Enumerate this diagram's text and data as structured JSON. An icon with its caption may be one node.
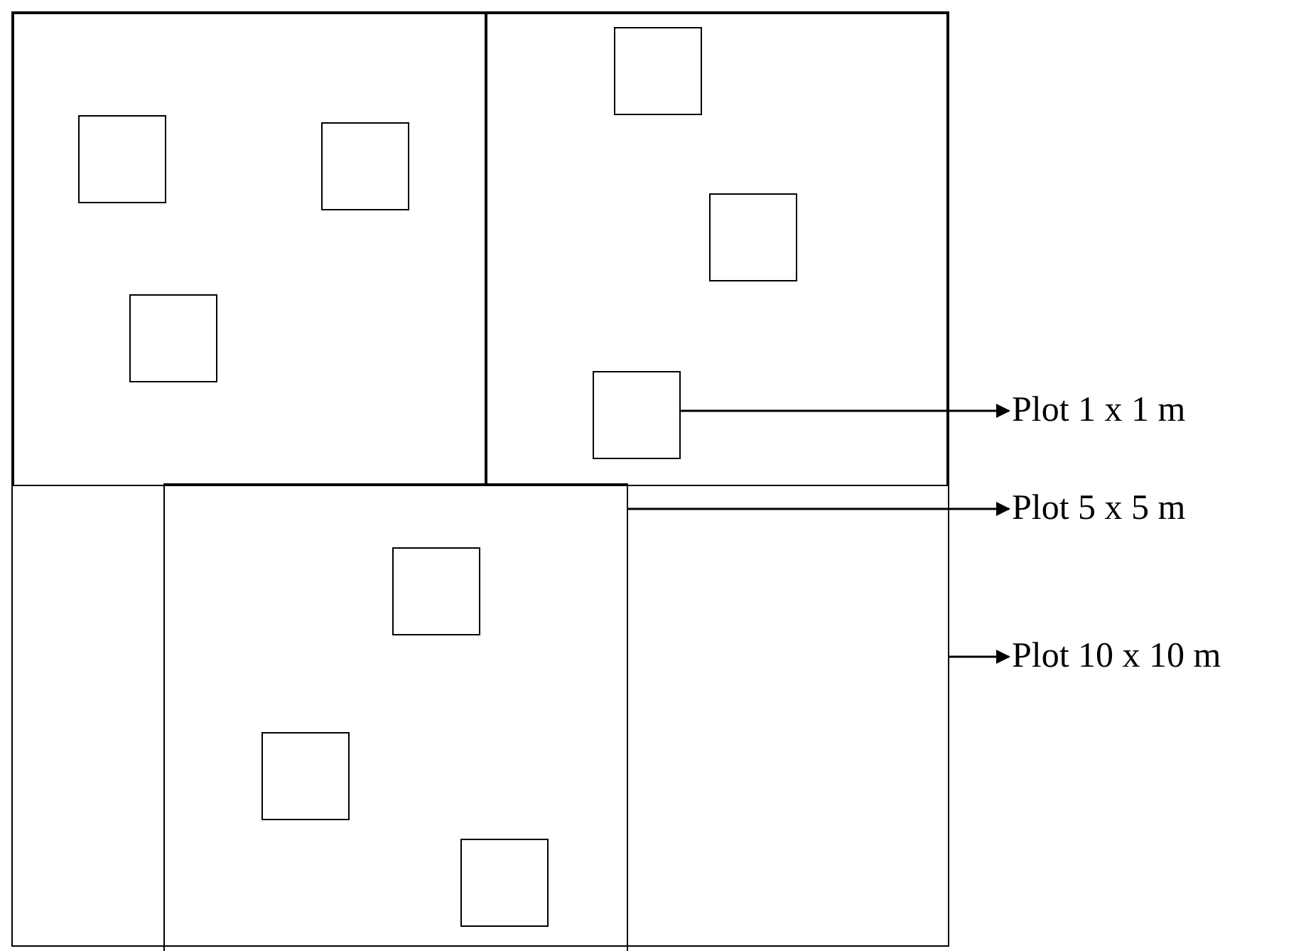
{
  "diagram": {
    "nodes": [
      {
        "text": [],
        "shape": "box"
      },
      {
        "text": [],
        "shape": "box",
        "in": 0
      },
      {
        "text": [],
        "shape": "box",
        "in": 1
      },
      {
        "text": [],
        "shape": "box",
        "in": 1
      },
      {
        "text": [],
        "shape": "box",
        "in": 1
      },
      {
        "text": [],
        "shape": "box",
        "in": 0
      },
      {
        "text": [],
        "shape": "box",
        "in": 5
      },
      {
        "text": [],
        "shape": "box",
        "in": 5
      },
      {
        "text": [],
        "shape": "box",
        "in": 5
      },
      {
        "text": [],
        "shape": "box",
        "in": 0
      },
      {
        "text": [],
        "shape": "box",
        "in": 9
      },
      {
        "text": [],
        "shape": "box",
        "in": 9
      },
      {
        "text": [],
        "shape": "box",
        "in": 9
      },
      {
        "text": [
          "Plot 1 x 1 m"
        ]
      },
      {
        "text": [
          "Plot 5 x 5 m"
        ]
      },
      {
        "text": [
          "Plot 10 x 10 m"
        ]
      }
    ],
    "edges": [
      {
        "from": 8,
        "to": 13,
        "arrow": "to"
      },
      {
        "from": 9,
        "to": 14,
        "arrow": "to"
      },
      {
        "from": 0,
        "to": 15,
        "arrow": "to"
      }
    ]
  }
}
